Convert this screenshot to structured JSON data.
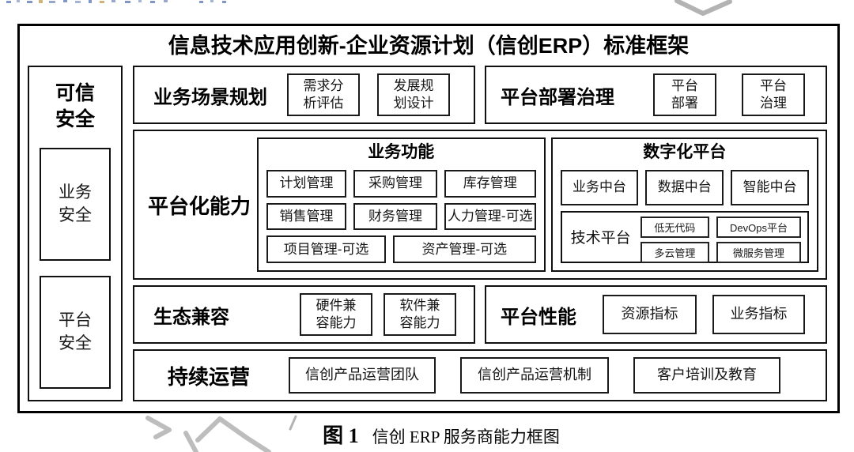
{
  "diagram": {
    "title": "信息技术应用创新-企业资源计划（信创ERP）标准框架",
    "trusted_security": {
      "title": "可信安全",
      "items": [
        "业务安全",
        "平台安全"
      ]
    },
    "business_scenario": {
      "title": "业务场景规划",
      "items": [
        "需求分析评估",
        "发展规划设计"
      ]
    },
    "platform_deployment": {
      "title": "平台部署治理",
      "items": [
        "平台部署",
        "平台治理"
      ]
    },
    "platform_capability": {
      "title": "平台化能力",
      "business_functions": {
        "title": "业务功能",
        "rows": [
          [
            "计划管理",
            "采购管理",
            "库存管理"
          ],
          [
            "销售管理",
            "财务管理",
            "人力管理-可选"
          ],
          [
            "项目管理-可选",
            "资产管理-可选"
          ]
        ]
      },
      "digital_platform": {
        "title": "数字化平台",
        "middle_platforms": [
          "业务中台",
          "数据中台",
          "智能中台"
        ],
        "tech_platform": {
          "title": "技术平台",
          "items": [
            "低无代码",
            "DevOps平台",
            "多云管理",
            "微服务管理"
          ]
        }
      }
    },
    "eco_compatibility": {
      "title": "生态兼容",
      "items": [
        "硬件兼容能力",
        "软件兼容能力"
      ]
    },
    "platform_performance": {
      "title": "平台性能",
      "items": [
        "资源指标",
        "业务指标"
      ]
    },
    "continuous_operation": {
      "title": "持续运营",
      "items": [
        "信创产品运营团队",
        "信创产品运营机制",
        "客户培训及教育"
      ]
    },
    "caption": {
      "label": "图 1",
      "text": "信创 ERP 服务商能力框图"
    },
    "colors": {
      "border": "#000000",
      "text": "#000000",
      "background": "#ffffff",
      "watermark": "#bdbdbd"
    }
  }
}
